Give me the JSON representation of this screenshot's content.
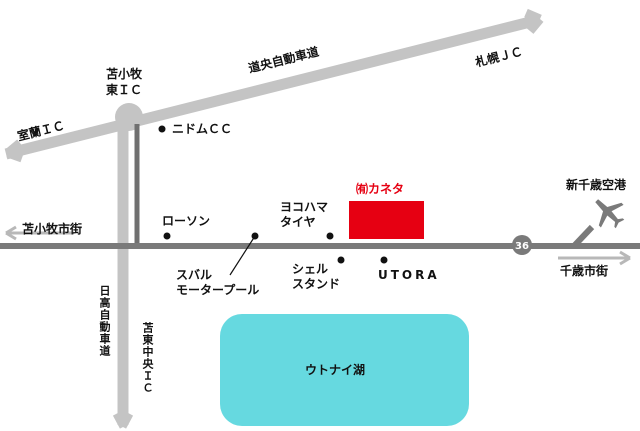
{
  "labels": {
    "doo_expressway": "道央自動車道",
    "sapporo_jc": "札幌ＪＣ",
    "muroran_ic": "室蘭ＩＣ",
    "tomakomai_east_ic": "苫小牧\n東ＩＣ",
    "hidaka_expressway": "日高自動車道",
    "tomakomai_central_ic": "苫東中央ＩＣ",
    "nidom_cc": "ニドムＣＣ",
    "lawson": "ローソン",
    "yokohama_tire": "ヨコハマ\nタイヤ",
    "kaneta": "㈲カネタ",
    "new_chitose_airport": "新千歳空港",
    "to_tomakomai": "苫小牧市街",
    "to_chitose": "千歳市街",
    "route_number": "36",
    "subaru_motor_pool": "スバル\nモータープール",
    "shell_stand": "シェル\nスタンド",
    "utora": "UTORA",
    "utonai_lake": "ウトナイ湖"
  },
  "colors": {
    "road": "#b8b8b8",
    "highway": "#c4c4c4",
    "frontage_road": "#707070",
    "target": "#e60012",
    "lake": "#66d9e0",
    "marker": "#111111",
    "route_badge": "#7a7a7a"
  },
  "icons": {
    "airport": "airplane-icon",
    "poi": "dot-marker-icon"
  }
}
